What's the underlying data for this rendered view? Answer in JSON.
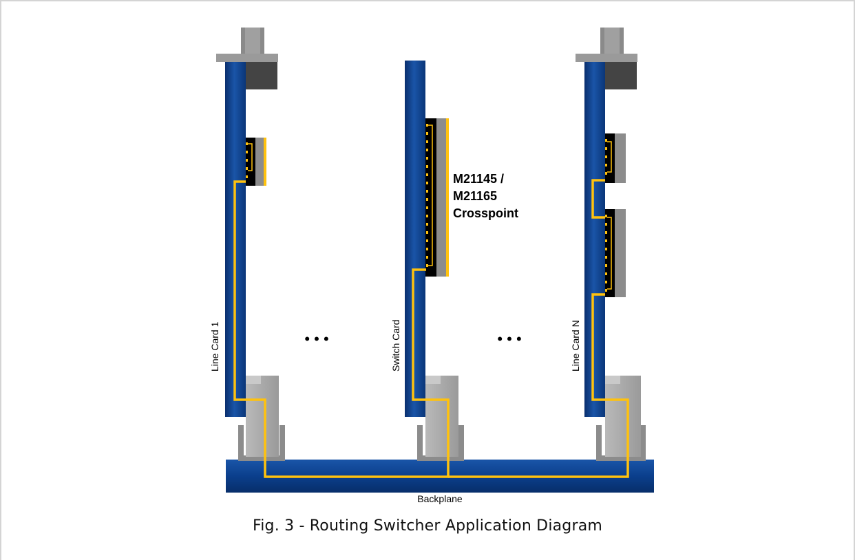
{
  "diagram": {
    "labels": {
      "line_card_1": "Line Card 1",
      "switch_card": "Switch Card",
      "line_card_n": "Line Card N",
      "backplane": "Backplane",
      "ellipsis_left": "•  •  •",
      "ellipsis_right": "•  •  •"
    },
    "chip_label": {
      "line1": "M21145 /",
      "line2": "M21165",
      "line3": "Crosspoint"
    },
    "caption": "Fig. 3 - Routing Switcher Application Diagram",
    "colors": {
      "board_blue": "#0b3f8c",
      "board_blue_light": "#2a64b8",
      "trace_yellow": "#ffc20e",
      "connector_grey": "#a8a8a8",
      "connector_dark": "#4a4a4a",
      "frame_grey": "#d4d4d4"
    }
  }
}
